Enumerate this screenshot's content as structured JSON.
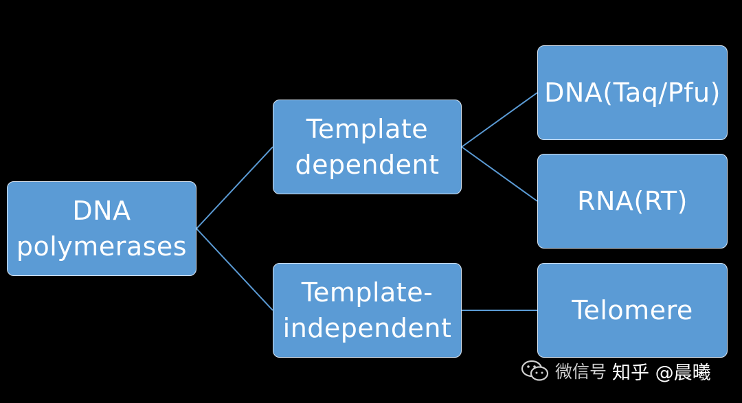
{
  "diagram": {
    "nodes": {
      "root": {
        "label": "DNA\npolymerases"
      },
      "template_dependent": {
        "label": "Template\ndependent"
      },
      "template_independent": {
        "label": "Template-\nindependent"
      },
      "dna_taq_pfu": {
        "label": "DNA(Taq/Pfu)"
      },
      "rna_rt": {
        "label": "RNA(RT)"
      },
      "telomere": {
        "label": "Telomere"
      }
    },
    "edges": [
      [
        "root",
        "template_dependent"
      ],
      [
        "root",
        "template_independent"
      ],
      [
        "template_dependent",
        "dna_taq_pfu"
      ],
      [
        "template_dependent",
        "rna_rt"
      ],
      [
        "template_independent",
        "telomere"
      ]
    ],
    "colors": {
      "node_fill": "#5b9bd5",
      "node_border": "#d9e6f4",
      "connector": "#5b9bd5",
      "background": "#000000"
    }
  },
  "watermark": {
    "icon": "wechat-icon",
    "text_1": "微信号",
    "text_2": "知乎 @晨曦"
  }
}
